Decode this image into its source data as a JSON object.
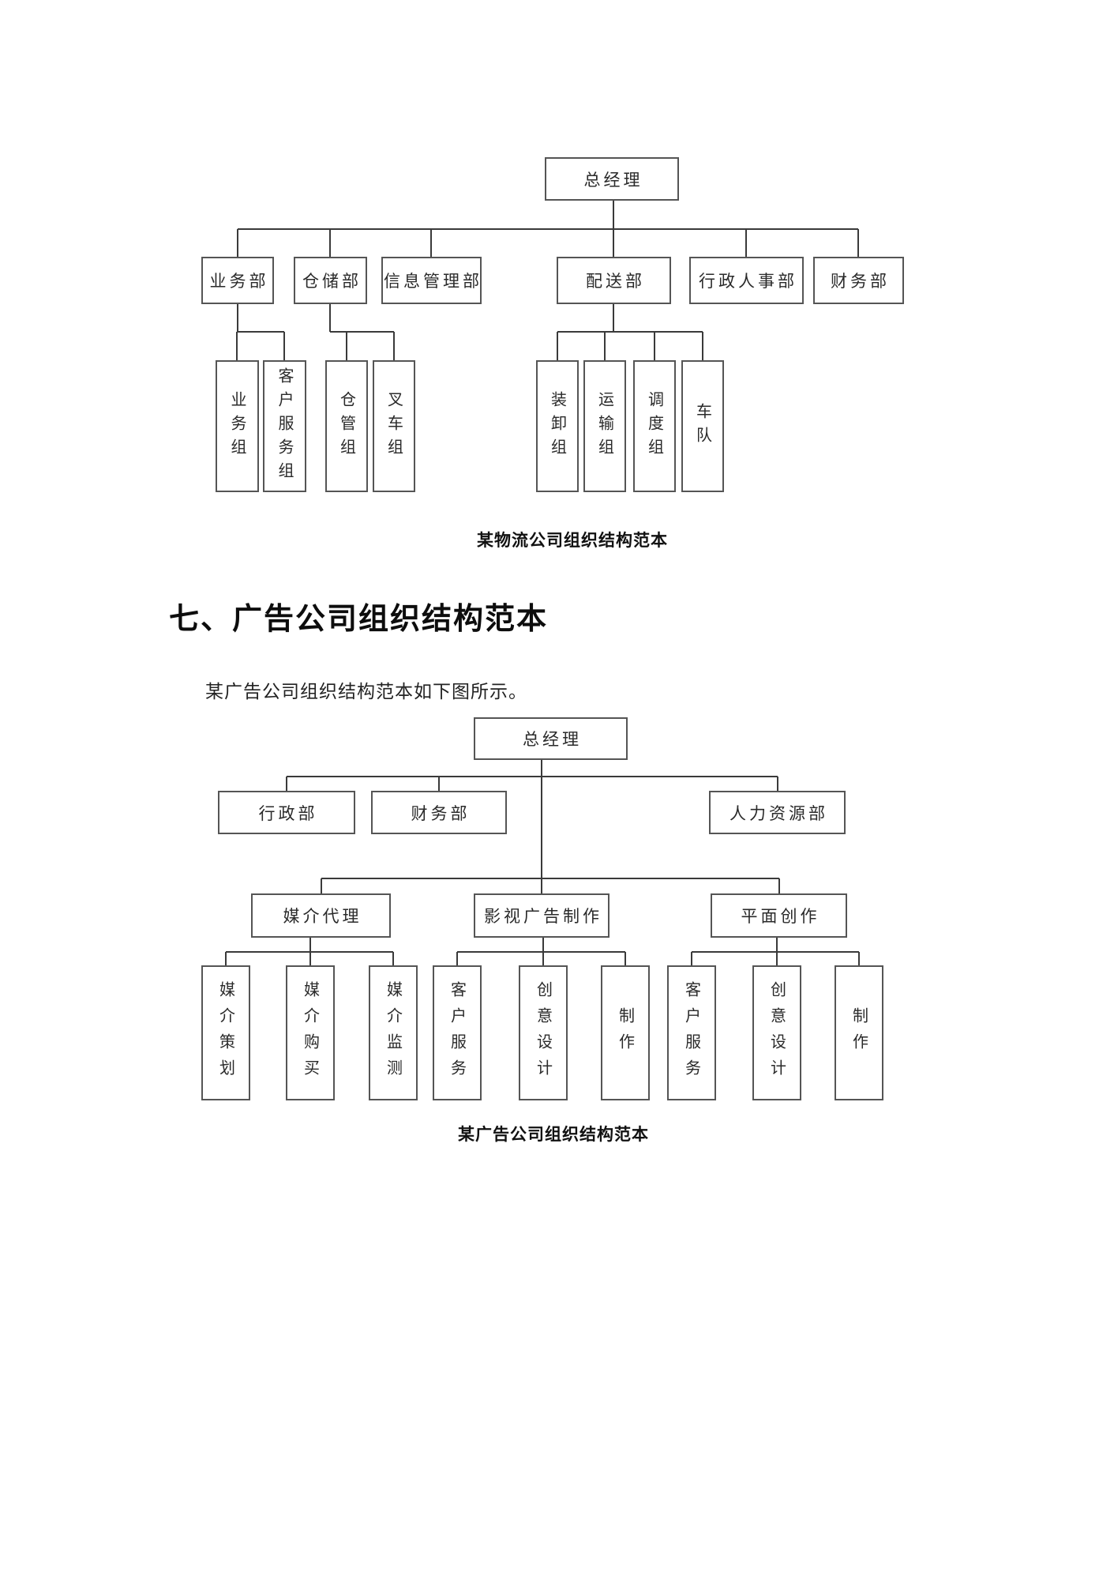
{
  "document": {
    "chart1_caption": "某物流公司组织结构范本",
    "section_heading": "七、广告公司组织结构范本",
    "intro_text": "某广告公司组织结构范本如下图所示。",
    "chart2_caption": "某广告公司组织结构范本"
  },
  "logistics_chart": {
    "root": "总经理",
    "departments": [
      {
        "label": "业务部",
        "children": [
          "业务组",
          "客户服务组"
        ]
      },
      {
        "label": "仓储部",
        "children": [
          "仓管组",
          "叉车组"
        ]
      },
      {
        "label": "信息管理部",
        "children": []
      },
      {
        "label": "配送部",
        "children": [
          "装卸组",
          "运输组",
          "调度组",
          "车队"
        ]
      },
      {
        "label": "行政人事部",
        "children": []
      },
      {
        "label": "财务部",
        "children": []
      }
    ]
  },
  "ad_chart": {
    "root": "总经理",
    "level2": [
      "行政部",
      "财务部",
      "人力资源部"
    ],
    "divisions": [
      {
        "label": "媒介代理",
        "children": [
          "媒介策划",
          "媒介购买",
          "媒介监测"
        ]
      },
      {
        "label": "影视广告制作",
        "children": [
          "客户服务",
          "创意设计",
          "制作"
        ]
      },
      {
        "label": "平面创作",
        "children": [
          "客户服务",
          "创意设计",
          "制作"
        ]
      }
    ]
  },
  "colors": {
    "background": "#ffffff",
    "line": "#3a3a3a",
    "border": "#555555",
    "text": "#1f1f1f"
  }
}
